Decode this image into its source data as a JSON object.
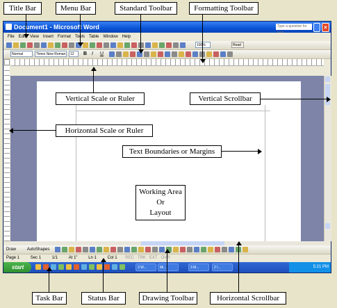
{
  "window": {
    "title": "Document1 - Microsoft Word",
    "help_placeholder": "Type a question for help"
  },
  "menu": [
    "File",
    "Edit",
    "View",
    "Insert",
    "Format",
    "Tools",
    "Table",
    "Window",
    "Help"
  ],
  "formatting": {
    "style": "Normal",
    "font": "Times New Roman",
    "size": "12"
  },
  "standard_toolbar": {
    "zoom": "100%",
    "read_label": "Read"
  },
  "drawing_toolbar": {
    "draw_label": "Draw",
    "autoshapes_label": "AutoShapes"
  },
  "status": {
    "page": "Page 1",
    "sec": "Sec 1",
    "pages": "1/1",
    "at": "At 1\"",
    "ln": "Ln 1",
    "col": "Col 1",
    "flags": [
      "REC",
      "TRK",
      "EXT",
      "OVR"
    ]
  },
  "taskbar": {
    "start_label": "start",
    "buttons": [
      "3 W...",
      "Mi...",
      "3 M...",
      "2 I..."
    ],
    "clock": "5:21 PM"
  },
  "page_text": {
    "line1": "Working Area",
    "line2": "Or",
    "line3": "Layout"
  },
  "annotations": {
    "title_bar": "Title Bar",
    "menu_bar": "Menu Bar",
    "standard_toolbar": "Standard Toolbar",
    "formatting_toolbar": "Formatting Toolbar",
    "vertical_ruler": "Vertical Scale or Ruler",
    "vertical_scrollbar": "Vertical Scrollbar",
    "horizontal_ruler": "Horizontal Scale or Ruler",
    "text_boundaries": "Text Boundaries or Margins",
    "task_bar": "Task Bar",
    "status_bar": "Status Bar",
    "drawing_toolbar": "Drawing Toolbar",
    "horizontal_scrollbar": "Horizontal Scrollbar"
  },
  "colors": {
    "background": "#e8e4c9",
    "titlebar": "#0a54d8",
    "taskbar": "#245edb",
    "start": "#3a9a3a"
  }
}
